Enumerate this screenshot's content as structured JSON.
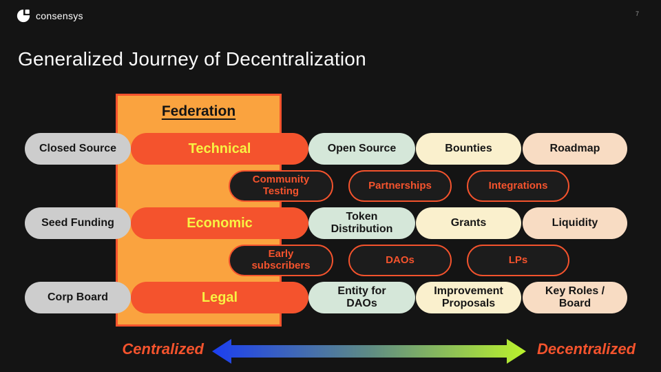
{
  "header": {
    "brand": "consensys",
    "page_number": "7"
  },
  "title": "Generalized Journey of Decentralization",
  "federation": {
    "label": "Federation"
  },
  "pills": {
    "row1": {
      "closed_source": "Closed Source",
      "technical": "Technical",
      "open_source": "Open Source",
      "bounties": "Bounties",
      "roadmap": "Roadmap"
    },
    "row2": {
      "community_testing": "Community\nTesting",
      "partnerships": "Partnerships",
      "integrations": "Integrations"
    },
    "row3": {
      "seed_funding": "Seed Funding",
      "economic": "Economic",
      "token_distribution": "Token\nDistribution",
      "grants": "Grants",
      "liquidity": "Liquidity"
    },
    "row4": {
      "early_subscribers": "Early\nsubscribers",
      "daos": "DAOs",
      "lps": "LPs"
    },
    "row5": {
      "corp_board": "Corp Board",
      "legal": "Legal",
      "entity_for_daos": "Entity for\nDAOs",
      "improvement_proposals": "Improvement\nProposals",
      "key_roles_board": "Key Roles /\nBoard"
    }
  },
  "axis": {
    "left_label": "Centralized",
    "right_label": "Decentralized"
  },
  "colors": {
    "background": "#141414",
    "title_text": "#FAFAFA",
    "federation_fill": "#FAA33F",
    "federation_border": "#F4532D",
    "gray_pill": "#CDCDCD",
    "red_pill": "#F4532D",
    "yellow_text": "#F8F243",
    "green_pill": "#D5E7D9",
    "cream_pill": "#FAF0CD",
    "peach_pill": "#F8DCC3",
    "dark_pill": "#1C1C1C",
    "orange_accent": "#F4532D",
    "arrow_blue": "#1C3FF0",
    "arrow_mid": "#5E8B85",
    "arrow_green": "#BAF22C"
  }
}
